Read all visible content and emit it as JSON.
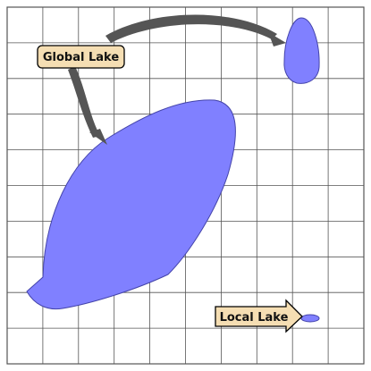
{
  "colors": {
    "grid_line": "#555555",
    "lake_fill": "#8080ff",
    "lake_stroke": "#4444aa",
    "label_fill": "#f5deb3",
    "label_stroke": "#000000",
    "arrow_fill": "#555555"
  },
  "grid": {
    "columns": 10,
    "rows": 10
  },
  "labels": {
    "global_lake": "Global Lake",
    "local_lake": "Local Lake"
  },
  "icons": {
    "global_arrows": "curved-arrow-icon",
    "local_pointer": "right-arrow-callout-icon"
  }
}
